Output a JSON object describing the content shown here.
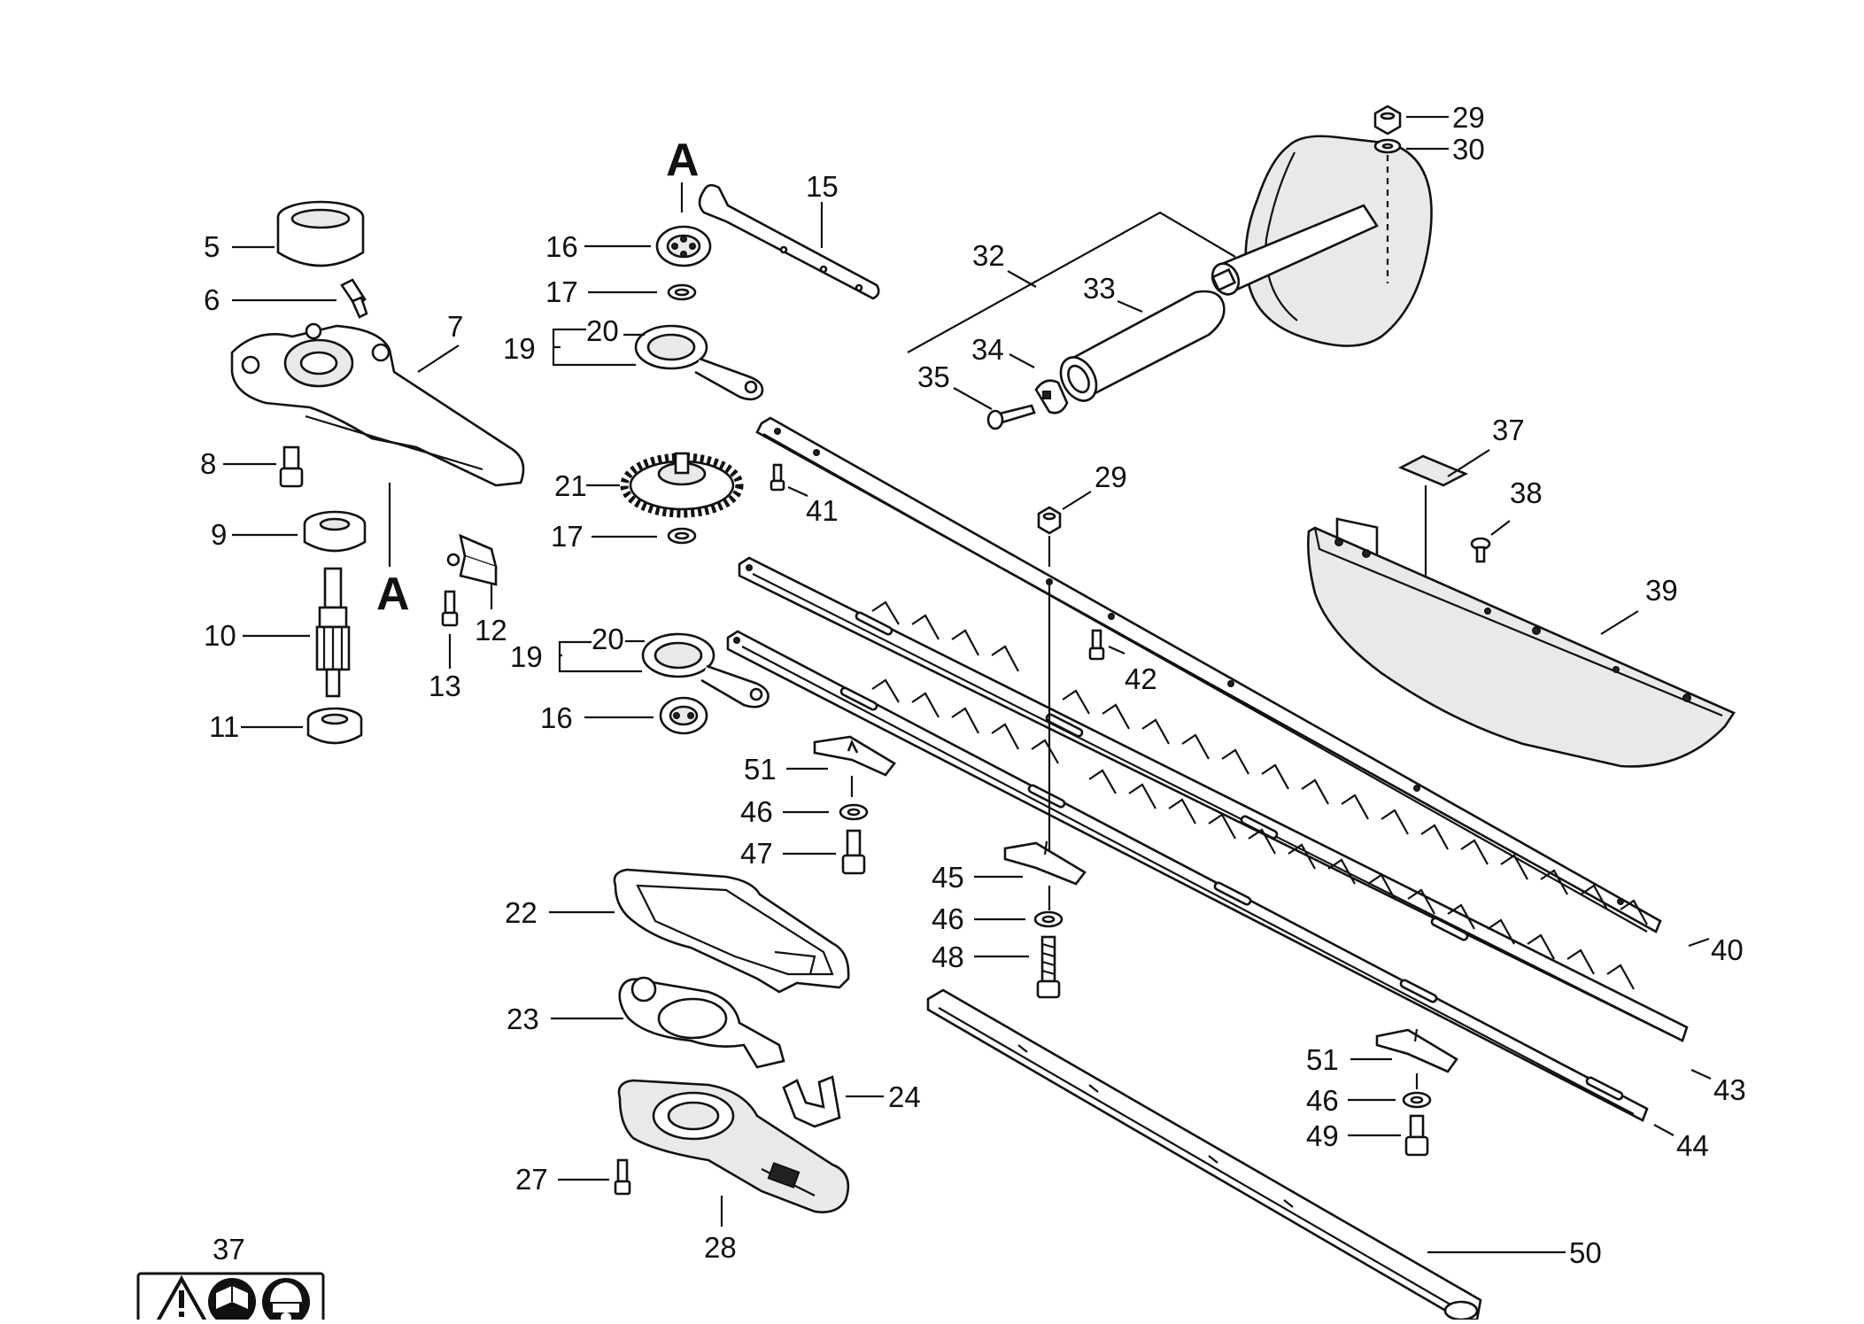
{
  "diagram": {
    "labels": {
      "l5": "5",
      "l6": "6",
      "l7": "7",
      "l8": "8",
      "l9": "9",
      "l10": "10",
      "l11": "11",
      "l12": "12",
      "l13": "13",
      "l15": "15",
      "l16a": "16",
      "l16b": "16",
      "l17a": "17",
      "l17b": "17",
      "l19a": "19",
      "l19b": "19",
      "l20a": "20",
      "l20b": "20",
      "l21": "21",
      "l22": "22",
      "l23": "23",
      "l24": "24",
      "l27": "27",
      "l28": "28",
      "l29a": "29",
      "l29b": "29",
      "l30": "30",
      "l32": "32",
      "l33": "33",
      "l34": "34",
      "l35": "35",
      "l37a": "37",
      "l37b": "37",
      "l38": "38",
      "l39": "39",
      "l40": "40",
      "l41": "41",
      "l42": "42",
      "l43": "43",
      "l44": "44",
      "l45": "45",
      "l46a": "46",
      "l46b": "46",
      "l46c": "46",
      "l47": "47",
      "l48": "48",
      "l49": "49",
      "l50": "50",
      "l51a": "51",
      "l51b": "51",
      "refA1": "A",
      "refA2": "A"
    },
    "warning_decal": {
      "icons": [
        "warning-triangle-icon",
        "read-manual-icon",
        "safety-helmet-icon"
      ]
    }
  }
}
